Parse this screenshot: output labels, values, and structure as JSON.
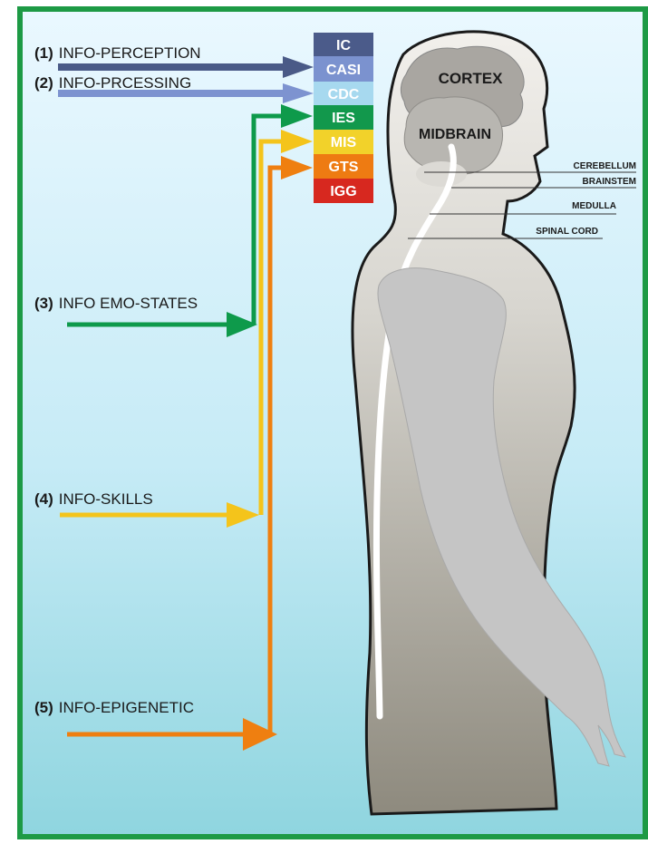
{
  "inputs": [
    {
      "num": "(1)",
      "text": "INFO-PERCEPTION",
      "color": "#4a5a87"
    },
    {
      "num": "(2)",
      "text": "INFO-PRCESSING",
      "color": "#7d93d0"
    },
    {
      "num": "(3)",
      "text": "INFO EMO-STATES",
      "color": "#0e9a4b"
    },
    {
      "num": "(4)",
      "text": "INFO-SKILLS",
      "color": "#f4c41b"
    },
    {
      "num": "(5)",
      "text": "INFO-EPIGENETIC",
      "color": "#ef7f10"
    }
  ],
  "codes": [
    {
      "label": "IC",
      "color": "#4b5b8a"
    },
    {
      "label": "CASI",
      "color": "#7b92cf"
    },
    {
      "label": "CDC",
      "color": "#a7d9ef"
    },
    {
      "label": "IES",
      "color": "#12984c"
    },
    {
      "label": "MIS",
      "color": "#f2d22a"
    },
    {
      "label": "GTS",
      "color": "#ee7b12"
    },
    {
      "label": "IGG",
      "color": "#d7281f"
    }
  ],
  "brain": {
    "cortex": "CORTEX",
    "midbrain": "MIDBRAIN"
  },
  "anatomy": [
    {
      "label": "CEREBELLUM"
    },
    {
      "label": "BRAINSTEM"
    },
    {
      "label": "MEDULLA"
    },
    {
      "label": "SPINAL CORD"
    }
  ],
  "colors": {
    "frame": "#1d9a45",
    "background_top": "#e4f6ff",
    "background_bottom": "#92d6e1"
  }
}
